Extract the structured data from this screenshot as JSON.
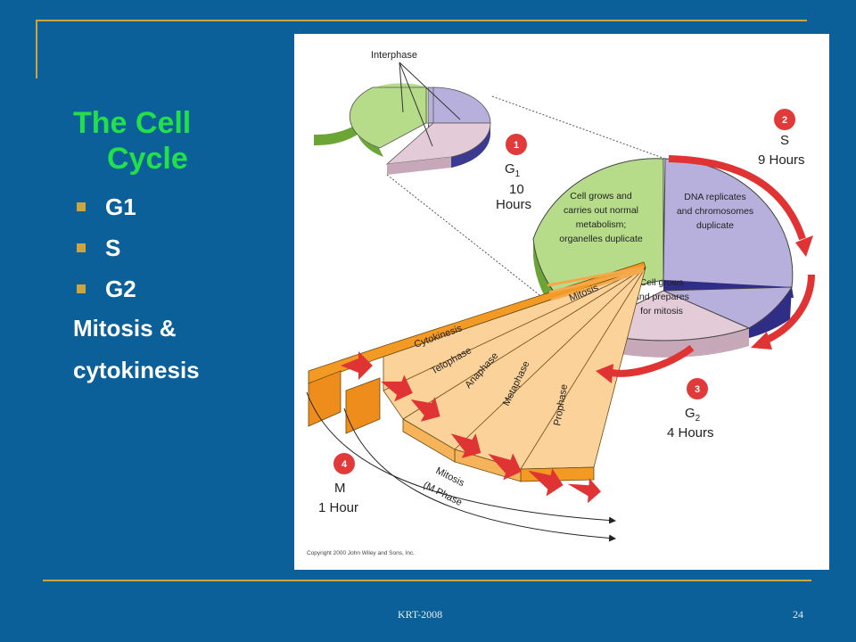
{
  "slide": {
    "title_line1": "The Cell",
    "title_line2": "Cycle",
    "bullets": [
      "G1",
      "S",
      "G2"
    ],
    "line1": "Mitosis &",
    "line2": "cytokinesis",
    "footer_center": "KRT-2008",
    "page_number": "24"
  },
  "figure": {
    "interphase_label": "Interphase",
    "stages": [
      {
        "number": "1",
        "name": "G",
        "sub": "1",
        "duration_l1": "10",
        "duration_l2": "Hours"
      },
      {
        "number": "2",
        "name": "S",
        "duration": "9 Hours"
      },
      {
        "number": "3",
        "name": "G",
        "sub": "2",
        "duration": "4 Hours"
      },
      {
        "number": "4",
        "name": "M",
        "duration": "1 Hour"
      }
    ],
    "g1_text": [
      "Cell grows and",
      "carries out normal",
      "metabolism;",
      "organelles duplicate"
    ],
    "s_text": [
      "DNA replicates",
      "and chromosomes",
      "duplicate"
    ],
    "g2_text": [
      "Cell grows",
      "and prepares",
      "for mitosis"
    ],
    "mitosis_label": "Mitosis",
    "phases": [
      "Cytokinesis",
      "Telophase",
      "Anaphase",
      "Metaphase",
      "Prophase"
    ],
    "arc_label_l1": "Mitosis",
    "arc_label_l2": "(M Phase",
    "copyright": "Copyright 2000 John Wiley and Sons, Inc.",
    "colors": {
      "g1": "#b6dc8a",
      "s": "#b8b0dc",
      "g2": "#e4cbd8",
      "mitosis": "#fbd39a",
      "arrow": "#e03434",
      "badge": "#e03a3a"
    }
  }
}
